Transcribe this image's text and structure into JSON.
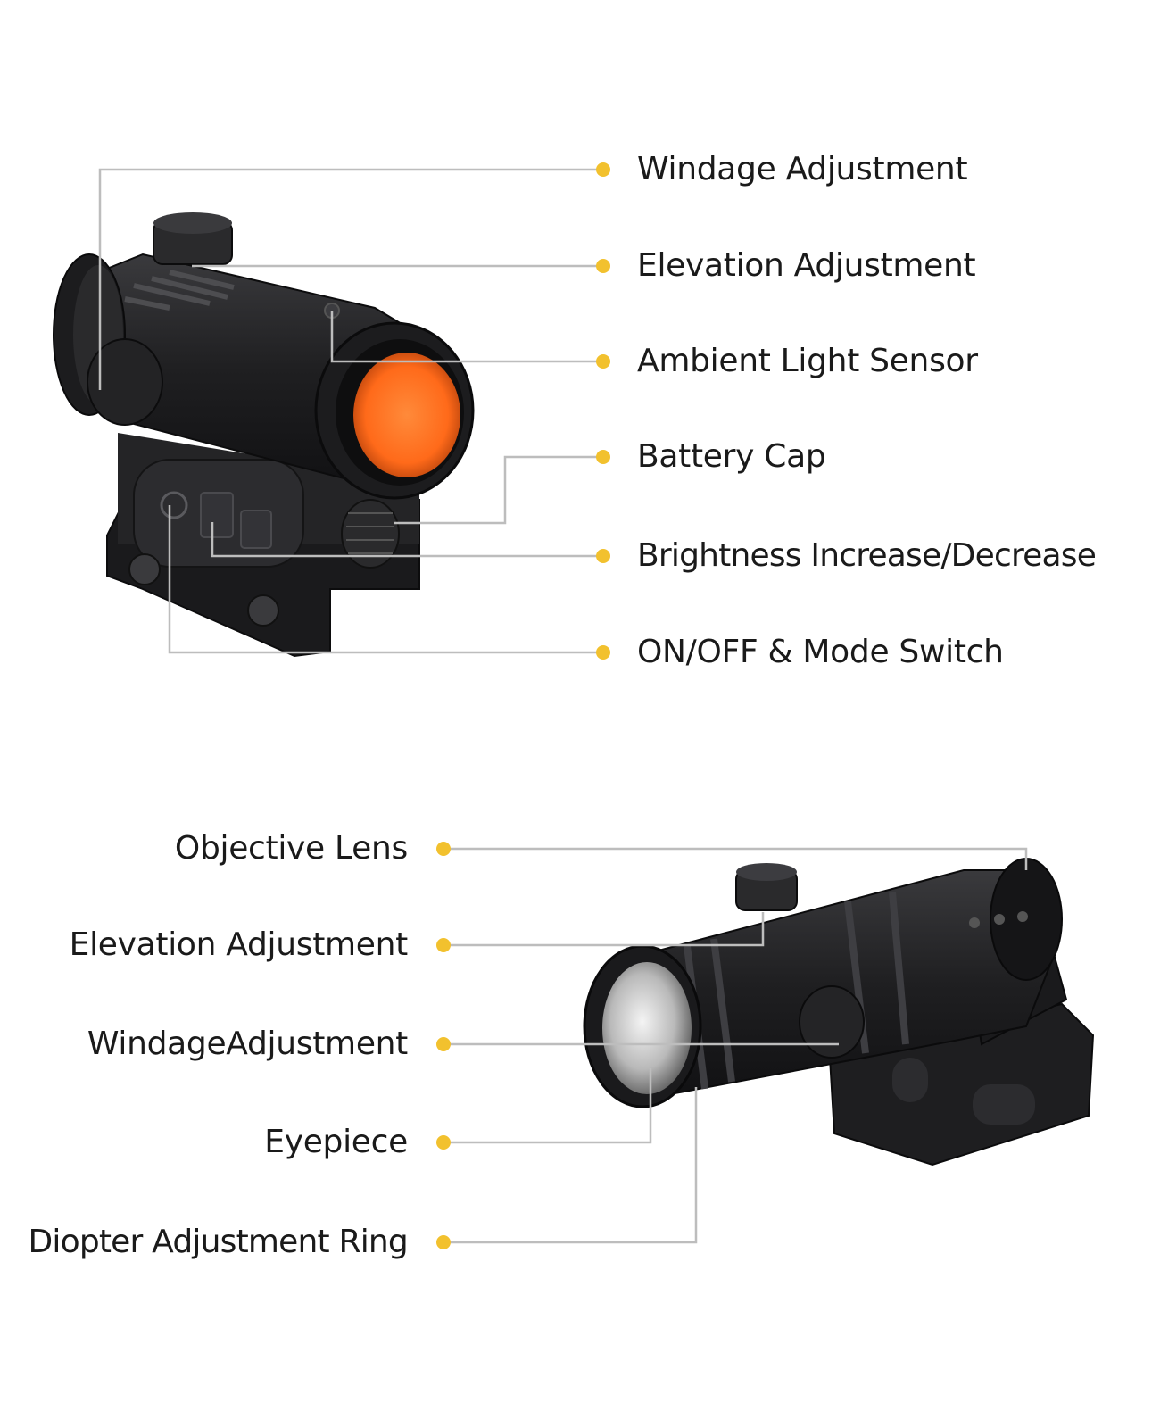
{
  "colors": {
    "accent_dot": "#f2c12e",
    "leader_line": "#bdbdbd",
    "label_text": "#1a1a1a",
    "scope_body": "#1f1f21",
    "lens_orange": "#ff6a1a"
  },
  "red_dot_sight": {
    "labels": [
      {
        "text": "Windage Adjustment"
      },
      {
        "text": "Elevation Adjustment"
      },
      {
        "text": "Ambient Light Sensor"
      },
      {
        "text": "Battery Cap"
      },
      {
        "text": "Brightness Increase/Decrease"
      },
      {
        "text": "ON/OFF & Mode Switch"
      }
    ]
  },
  "magnifier": {
    "labels": [
      {
        "text": "Objective Lens"
      },
      {
        "text": "Elevation Adjustment"
      },
      {
        "text": "WindageAdjustment"
      },
      {
        "text": "Eyepiece"
      },
      {
        "text": "Diopter Adjustment Ring"
      }
    ]
  }
}
